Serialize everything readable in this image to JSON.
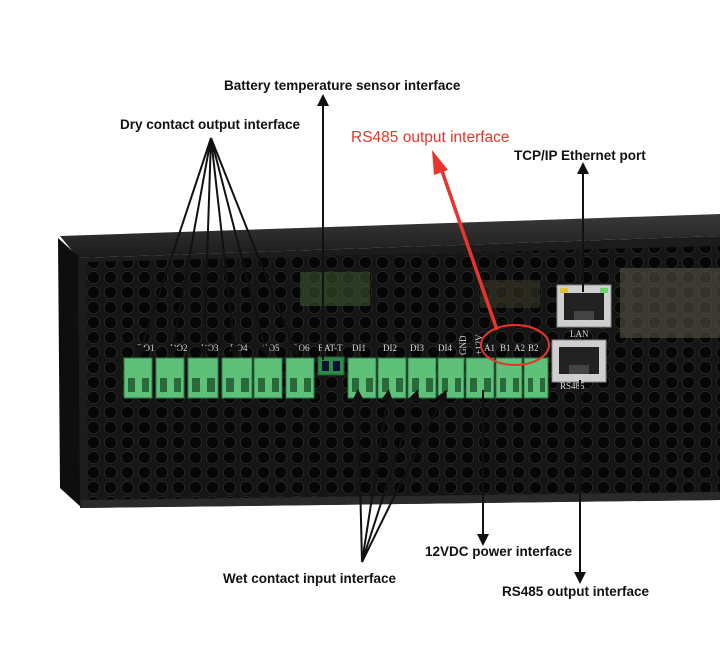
{
  "labels": {
    "battery_temp": "Battery temperature sensor interface",
    "dry_contact": "Dry contact output interface",
    "rs485_top": "RS485 output interface",
    "tcp_ip": "TCP/IP Ethernet port",
    "power_12vdc": "12VDC power interface",
    "wet_contact": "Wet contact input interface",
    "rs485_bottom": "RS485 output interface"
  },
  "panel_labels": [
    "DO1",
    "DO2",
    "DO3",
    "DO4",
    "DO5",
    "DO6",
    "BAT-T",
    "DI1",
    "DI2",
    "DI3",
    "DI4",
    "GND",
    "+12V",
    "A1",
    "B1",
    "A2",
    "B2",
    "LAN",
    "RS485"
  ],
  "colors": {
    "chassis": "#1c1c1c",
    "terminal_green": "#5fc07a",
    "annotation_red": "#e8342c",
    "label_text": "#111111"
  }
}
